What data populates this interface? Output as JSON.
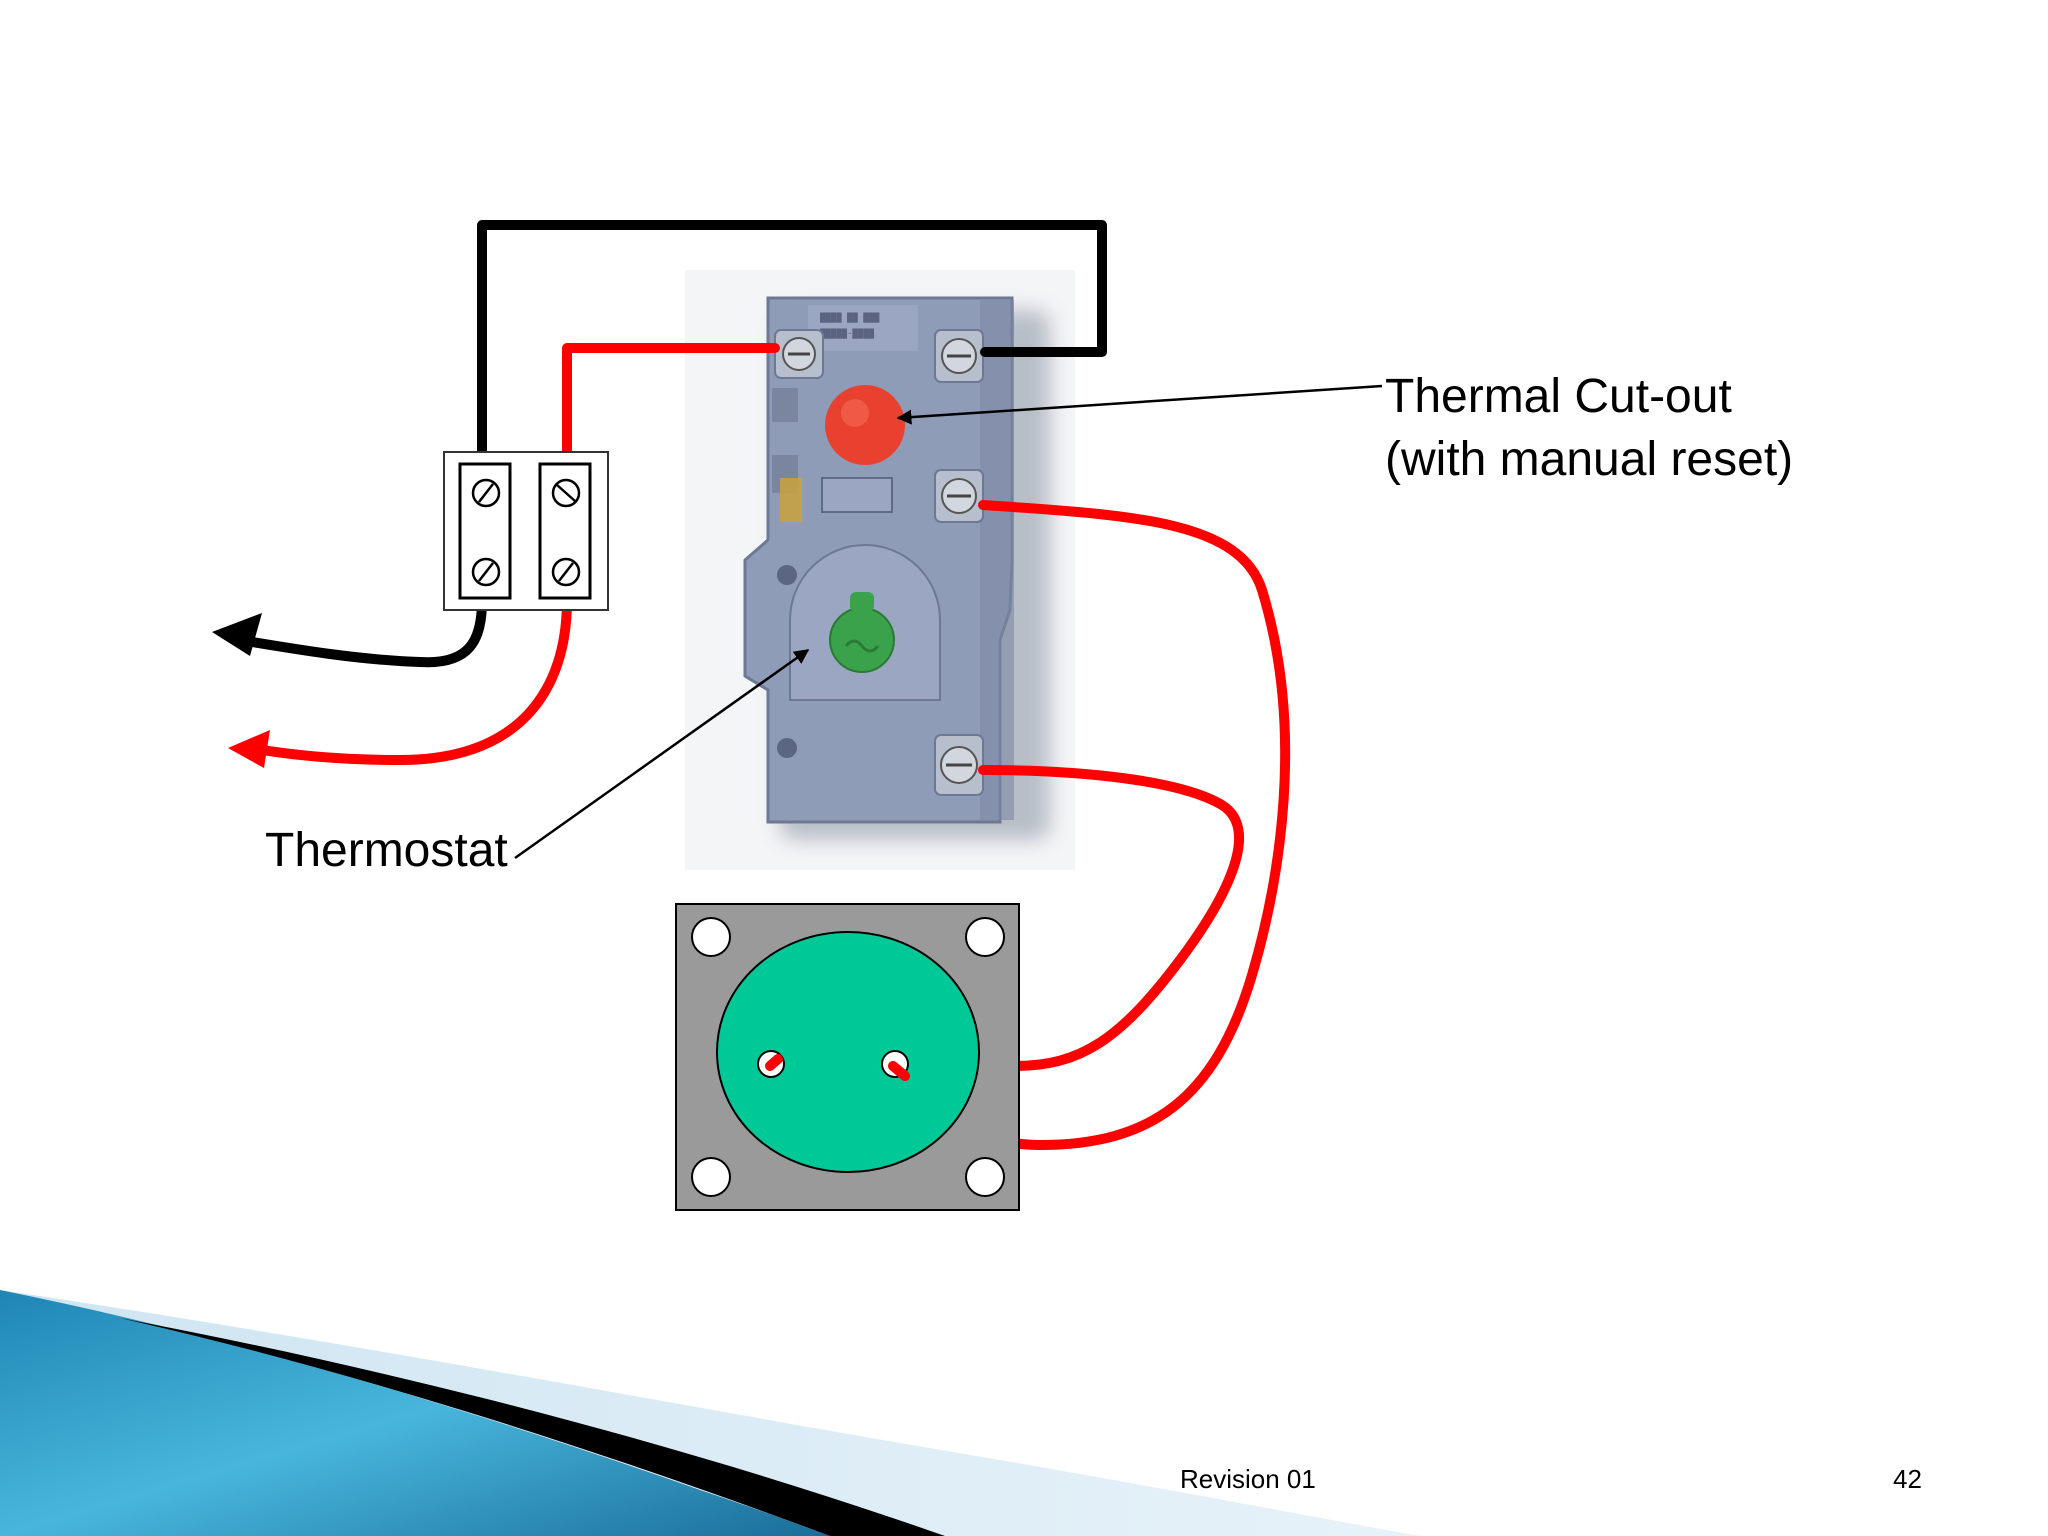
{
  "labels": {
    "thermal_cutout_line1": "Thermal Cut-out",
    "thermal_cutout_line2": "(with manual reset)",
    "thermostat": "Thermostat"
  },
  "footer": {
    "revision": "Revision 01",
    "page_number": "42"
  },
  "colors": {
    "live_wire": "#ff0000",
    "neutral_wire": "#000000",
    "device_body": "#8f9cb8",
    "reset_button": "#e8412f",
    "thermostat_knob": "#3aa24a",
    "element_disc": "#00c896",
    "element_plate": "#9a9a9a",
    "accent_blue": "#2a8fb8"
  }
}
